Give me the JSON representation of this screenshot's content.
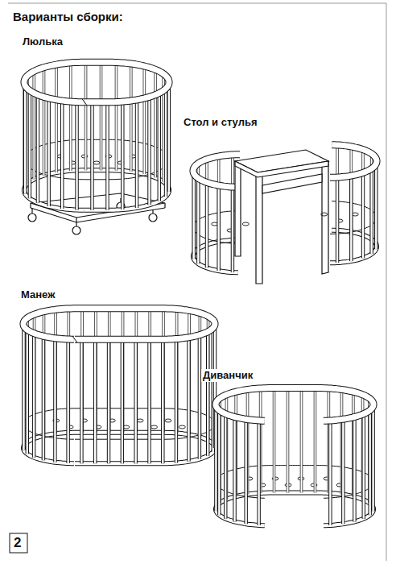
{
  "diagram": {
    "title": "Варианты сборки:",
    "labels": [
      "Люлька",
      "Стол и стулья",
      "Манеж",
      "Диванчик",
      "2"
    ]
  }
}
